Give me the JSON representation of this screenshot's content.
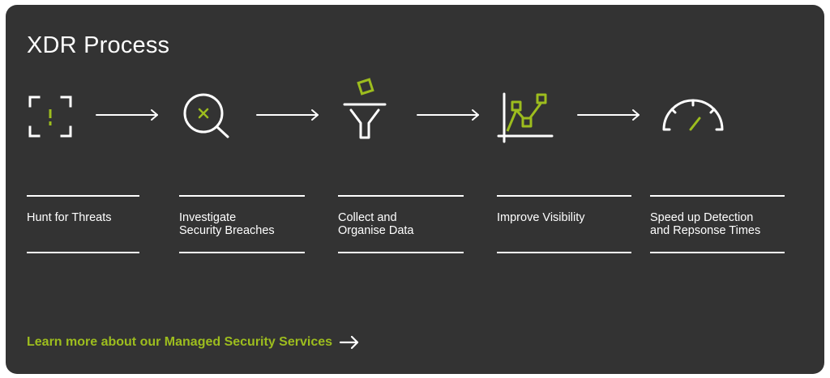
{
  "title": "XDR Process",
  "accent_color": "#9dbd1e",
  "steps": [
    {
      "label": "Hunt for Threats",
      "icon": "target-scan-icon"
    },
    {
      "label": "Investigate\nSecurity Breaches",
      "icon": "magnifier-icon"
    },
    {
      "label": "Collect and\nOrganise Data",
      "icon": "funnel-icon"
    },
    {
      "label": "Improve Visibility",
      "icon": "line-chart-icon"
    },
    {
      "label": "Speed up Detection\nand Repsonse Times",
      "icon": "speedometer-icon"
    }
  ],
  "cta": {
    "label": "Learn more about our Managed Security Services",
    "icon": "arrow-right-icon"
  }
}
